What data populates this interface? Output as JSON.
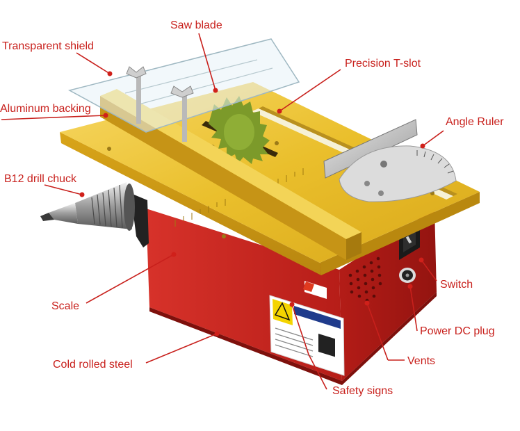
{
  "labels": {
    "saw_blade": "Saw blade",
    "transparent_shield": "Transparent shield",
    "precision_t_slot": "Precision T-slot",
    "aluminum_backing": "Aluminum backing",
    "angle_ruler": "Angle Ruler",
    "drill_chuck": "B12 drill chuck",
    "switch": "Switch",
    "scale": "Scale",
    "power_dc_plug": "Power DC plug",
    "cold_rolled_steel": "Cold rolled steel",
    "vents": "Vents",
    "safety_signs": "Safety signs"
  },
  "colors": {
    "label_text": "#c8201c",
    "leader_line": "#c8201c",
    "marker_dot": "#d0201a",
    "table_gold": "#e6b422",
    "body_red": "#c8261f"
  }
}
